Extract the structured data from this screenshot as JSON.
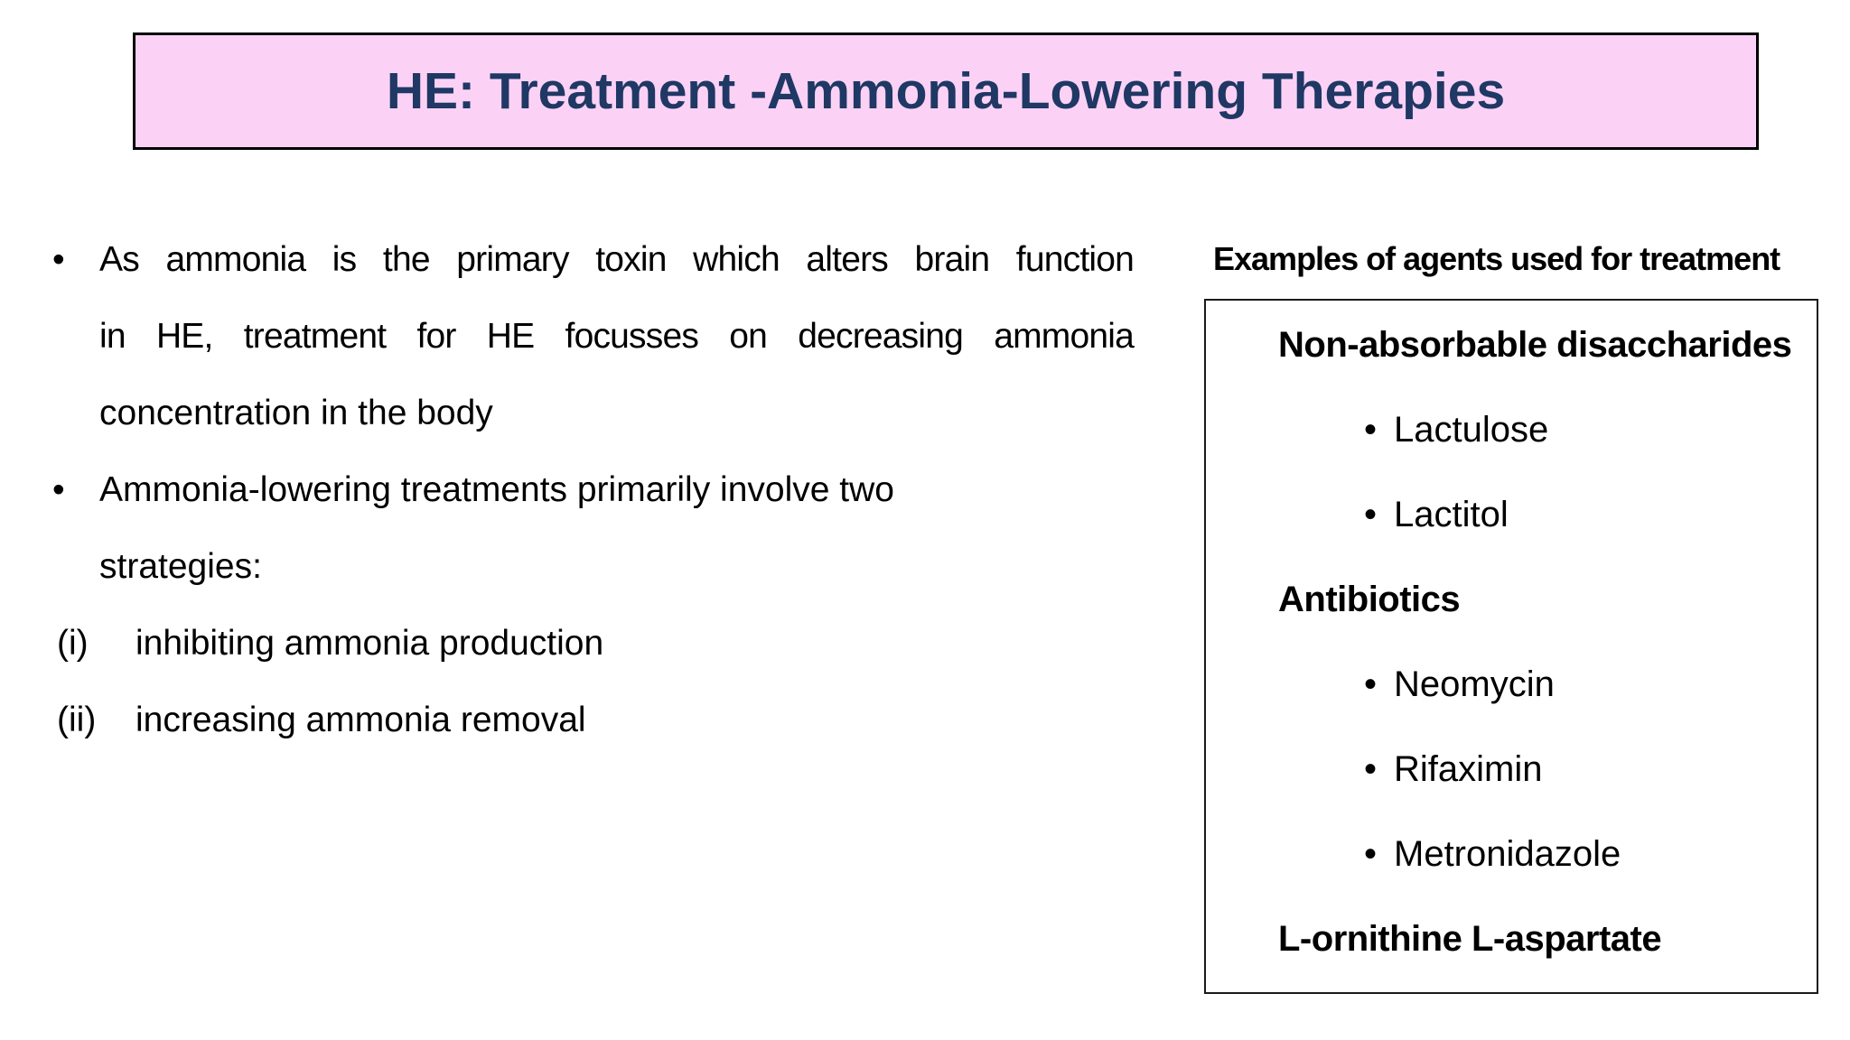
{
  "title": {
    "text": "HE: Treatment -Ammonia-Lowering Therapies",
    "bg_color": "#FBD2F5",
    "text_color": "#1F3864",
    "border_color": "#000000"
  },
  "left_content": {
    "bullet_char": "•",
    "rows": [
      {
        "marker": "•",
        "marker_type": "bullet",
        "text": "As ammonia is the primary toxin which alters brain function",
        "justify": true
      },
      {
        "marker": "",
        "marker_type": "none",
        "text": "in HE, treatment for HE focusses on decreasing ammonia",
        "justify": true
      },
      {
        "marker": "",
        "marker_type": "none",
        "text": "concentration in the body",
        "justify": false
      },
      {
        "marker": "•",
        "marker_type": "bullet",
        "text": "Ammonia-lowering treatments primarily involve two",
        "justify": false
      },
      {
        "marker": "",
        "marker_type": "none",
        "text": "strategies:",
        "justify": false
      },
      {
        "marker": "(i)",
        "marker_type": "roman",
        "text": "inhibiting ammonia production",
        "justify": false
      },
      {
        "marker": "(ii)",
        "marker_type": "roman",
        "text": "increasing ammonia removal",
        "justify": false
      }
    ]
  },
  "right_panel": {
    "heading": "Examples of agents used for treatment",
    "bullet_char": "•",
    "box_rows": [
      {
        "style": "header",
        "text": "Non-absorbable disaccharides"
      },
      {
        "style": "bullet",
        "text": "Lactulose"
      },
      {
        "style": "bullet",
        "text": "Lactitol"
      },
      {
        "style": "header",
        "text": "Antibiotics"
      },
      {
        "style": "bullet",
        "text": "Neomycin"
      },
      {
        "style": "bullet",
        "text": "Rifaximin"
      },
      {
        "style": "bullet",
        "text": "Metronidazole"
      },
      {
        "style": "header",
        "text": "L-ornithine L-aspartate"
      }
    ],
    "border_color": "#1a1a1a",
    "text_color": "#000000"
  }
}
